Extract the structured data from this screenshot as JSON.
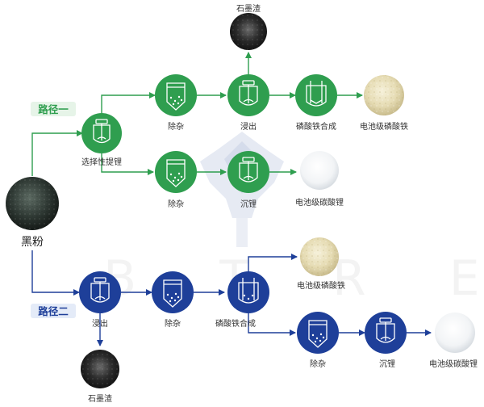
{
  "colors": {
    "green": "#2f9e4f",
    "green_dark": "#1f7d3a",
    "blue": "#1e3f99",
    "blue_dark": "#142f7a",
    "route1_bg": "#e6f4e8",
    "route2_bg": "#e4ebf8",
    "watermark_tree": "#dde3ef"
  },
  "watermark": "B  T R E E",
  "start": {
    "label": "黑粉"
  },
  "route1": {
    "tag": "路径一",
    "selective": "选择性提锂",
    "top": {
      "impurity": "除杂",
      "leach": "浸出",
      "graphite": "石墨渣",
      "synthesis": "磷酸铁合成",
      "product": "电池级磷酸铁"
    },
    "bottom": {
      "impurity": "除杂",
      "precip": "沉锂",
      "product": "电池级碳酸锂"
    }
  },
  "route2": {
    "tag": "路径二",
    "leach": "浸出",
    "graphite": "石墨渣",
    "impurity": "除杂",
    "synthesis": "磷酸铁合成",
    "product_fe": "电池级磷酸铁",
    "impurity2": "除杂",
    "precip": "沉锂",
    "product_li": "电池级碳酸锂"
  }
}
